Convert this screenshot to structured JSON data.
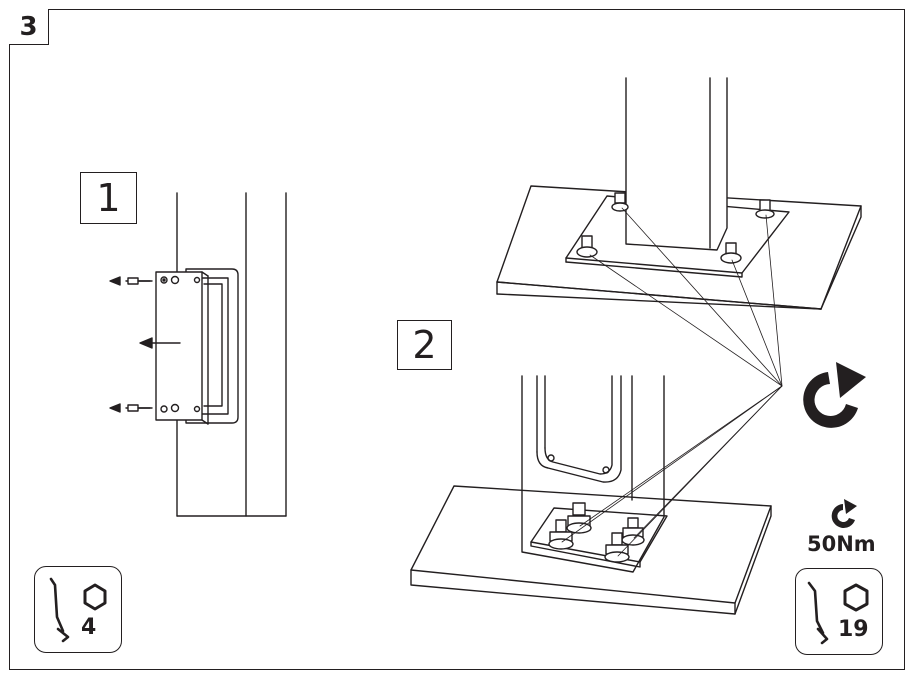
{
  "steps": {
    "main": "3",
    "sub1": "1",
    "sub2": "2"
  },
  "torque": {
    "value": "50Nm"
  },
  "tools": {
    "left_size": "4",
    "right_size": "19",
    "left_icon": "hex-key-icon",
    "right_icon": "hex-wrench-icon"
  },
  "colors": {
    "line": "#231f20",
    "background": "#ffffff"
  }
}
